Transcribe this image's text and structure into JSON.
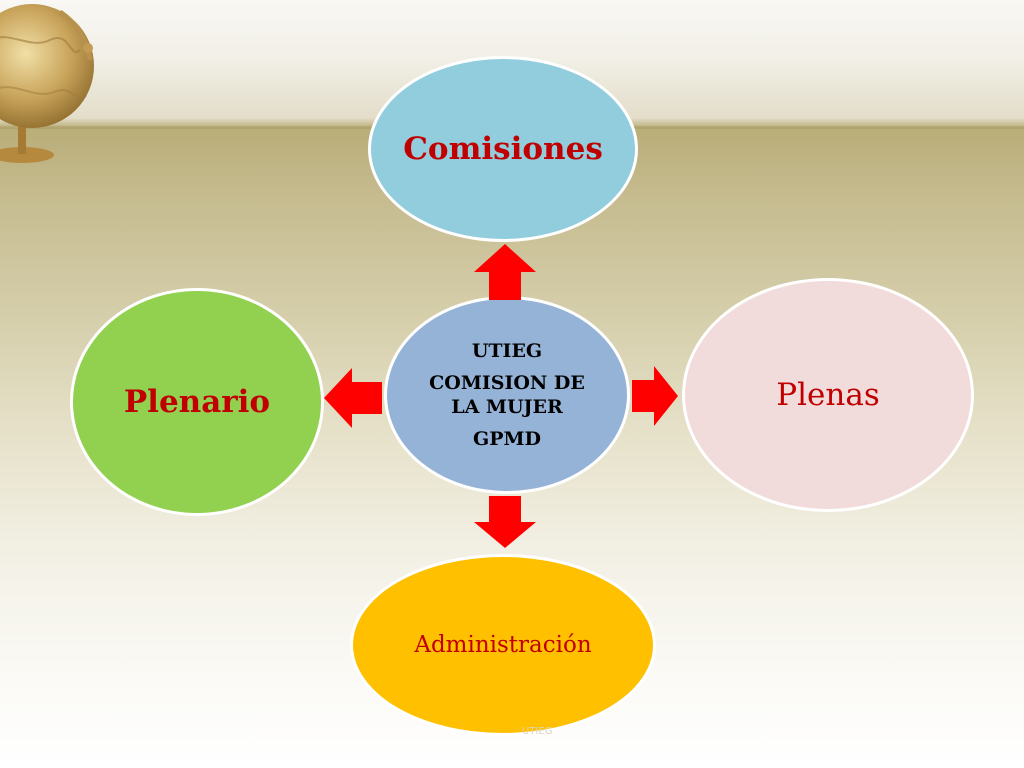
{
  "diagram": {
    "center": {
      "lines": [
        "UTIEG",
        "COMISION  DE LA MUJER",
        "GPMD"
      ]
    },
    "nodes": {
      "top": "Comisiones",
      "left": "Plenario",
      "right": "Plenas",
      "bottom": "Administración"
    },
    "footer": "UTIEG"
  },
  "colors": {
    "top_node": "#92cddd",
    "left_node": "#92d050",
    "right_node": "#f2dcdb",
    "bottom_node": "#ffc000",
    "center_node": "#95b3d7",
    "arrow": "#ff0000",
    "label_text": "#c00000"
  }
}
